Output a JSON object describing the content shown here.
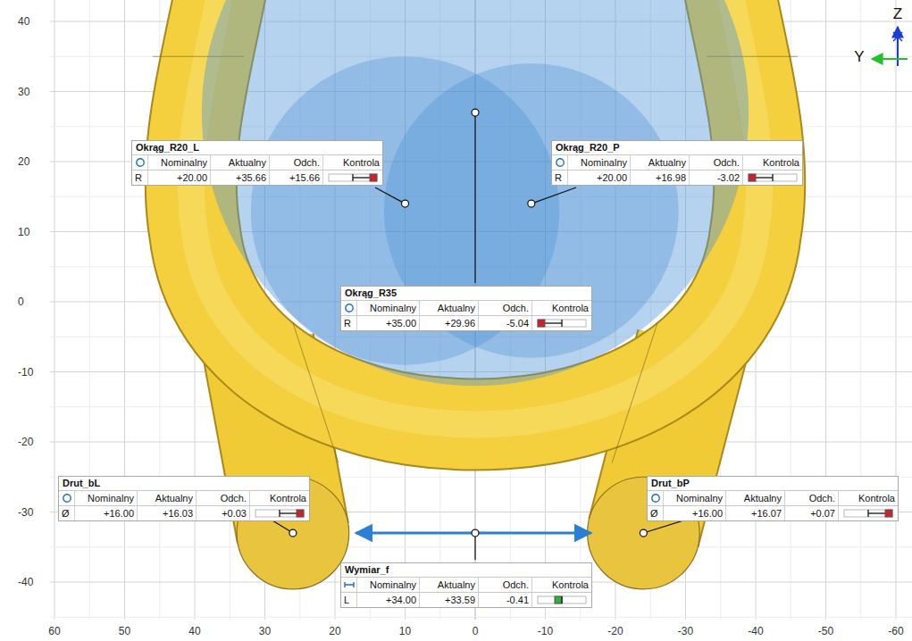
{
  "diagram": {
    "nodes": [
      {
        "text": [
          "Okrąg_R20_L",
          "Nominalny",
          "Aktualny",
          "Odch.",
          "Kontrola",
          "R",
          "+20.00",
          "+35.66",
          "+15.66"
        ]
      },
      {
        "text": [
          "Okrąg_R20_P",
          "Nominalny",
          "Aktualny",
          "Odch.",
          "Kontrola",
          "R",
          "+20.00",
          "+16.98",
          "-3.02"
        ]
      },
      {
        "text": [
          "Okrąg_R35",
          "Nominalny",
          "Aktualny",
          "Odch.",
          "Kontrola",
          "R",
          "+35.00",
          "+29.96",
          "-5.04"
        ]
      },
      {
        "text": [
          "Drut_bL",
          "Nominalny",
          "Aktualny",
          "Odch.",
          "Kontrola",
          "Ø",
          "+16.00",
          "+16.03",
          "+0.03"
        ]
      },
      {
        "text": [
          "Drut_bP",
          "Nominalny",
          "Aktualny",
          "Odch.",
          "Kontrola",
          "Ø",
          "+16.00",
          "+16.07",
          "+0.07"
        ]
      },
      {
        "text": [
          "Wymiar_f",
          "Nominalny",
          "Aktualny",
          "Odch.",
          "Kontrola",
          "L",
          "+34.00",
          "+33.59",
          "-0.41"
        ]
      }
    ],
    "labels": [
      "40",
      "30",
      "20",
      "10",
      "0",
      "-10",
      "-20",
      "-30",
      "-40",
      "60",
      "50",
      "40",
      "30",
      "20",
      "10",
      "0",
      "-10",
      "-20",
      "-30",
      "-40",
      "-50",
      "-60",
      "Z",
      "Y"
    ]
  }
}
